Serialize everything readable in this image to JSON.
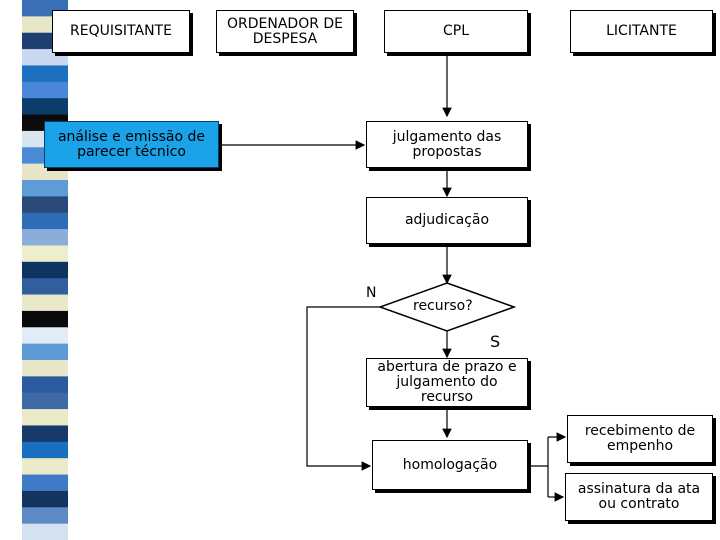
{
  "headers": {
    "requisitante": "REQUISITANTE",
    "ordenador": "ORDENADOR DE DESPESA",
    "cpl": "CPL",
    "licitante": "LICITANTE"
  },
  "steps": {
    "analise": "análise e emissão de parecer técnico",
    "julgamento": "julgamento das propostas",
    "adjudicacao": "adjudicação",
    "recurso": "recurso?",
    "abertura": "abertura de prazo e julgamento do recurso",
    "homologacao": "homologação",
    "empenho": "recebimento de empenho",
    "ata": "assinatura da ata ou contrato"
  },
  "labels": {
    "no": "N",
    "yes": "S"
  },
  "colors": {
    "highlight": "#1aa3e8",
    "stripe": [
      "#3a6fb5",
      "#e8e8c8",
      "#1f3f73",
      "#c9d9f0",
      "#1d6fbf",
      "#4a87d8",
      "#0c3c6a",
      "#0b0b0b",
      "#d8e4f2",
      "#4b8bd6",
      "#e6e6c6",
      "#5e9cd8",
      "#2a4a7a",
      "#2e6cb8",
      "#8aaed8",
      "#eeeecc",
      "#0e3460",
      "#2f5f9f",
      "#e9e9ca",
      "#0a0a0a",
      "#e2ecf6",
      "#5d9ad6",
      "#e8e8c8",
      "#2a5aa0",
      "#3e6aa8",
      "#ecebc8",
      "#163a6a",
      "#1a70c0",
      "#ebebc9",
      "#3e7ac8",
      "#12345e",
      "#5b8ac4",
      "#d4e2f0"
    ]
  }
}
